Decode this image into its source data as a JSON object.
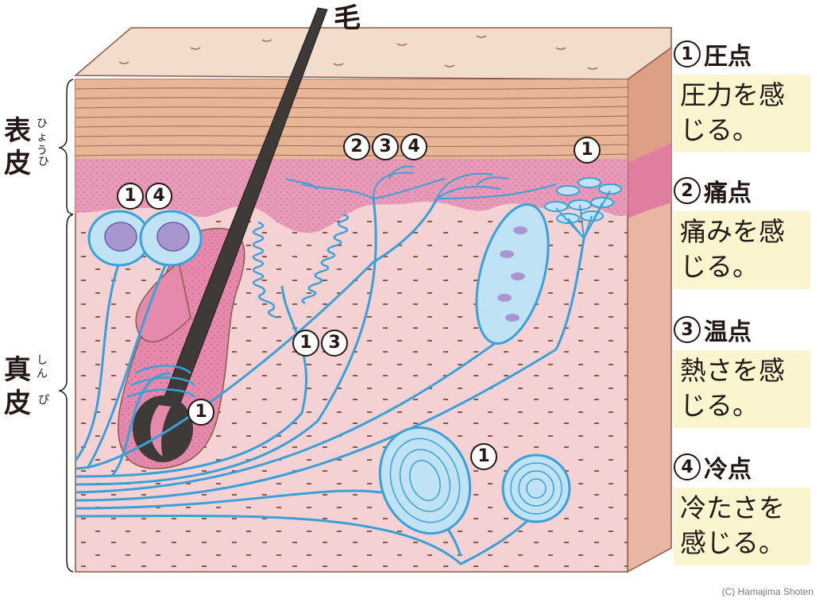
{
  "labels": {
    "hair": "毛",
    "epidermis_kanji": [
      "表",
      "皮"
    ],
    "epidermis_ruby": [
      "ひょう",
      "ひ"
    ],
    "dermis_kanji": [
      "真",
      "皮"
    ],
    "dermis_ruby": [
      "しん",
      "ぴ"
    ]
  },
  "markers": {
    "m14": [
      "1",
      "4"
    ],
    "m234": [
      "2",
      "3",
      "4"
    ],
    "m1_top": [
      "1"
    ],
    "m13": [
      "1",
      "3"
    ],
    "m1_follicle": [
      "1"
    ],
    "m1_bottom": [
      "1"
    ]
  },
  "legend": [
    {
      "num": "1",
      "name": "圧点",
      "desc_lines": [
        "圧力を感",
        "じる。"
      ]
    },
    {
      "num": "2",
      "name": "痛点",
      "desc_lines": [
        "痛みを感",
        "じる。"
      ]
    },
    {
      "num": "3",
      "name": "温点",
      "desc_lines": [
        "熱さを感",
        "じる。"
      ]
    },
    {
      "num": "4",
      "name": "冷点",
      "desc_lines": [
        "冷たさを",
        "感じる。"
      ]
    }
  ],
  "copyright": "(C) Hamajima Shoten",
  "colors": {
    "surface": "#f2dccb",
    "epidermis": "#e8b596",
    "papillary": "#e79ab7",
    "dermis": "#f4d2d4",
    "nerve": "#3aa0d8",
    "receptor_fill": "#bfe2f4",
    "hair": "#3d3a38",
    "legend_bg": "#fbf5cf"
  }
}
